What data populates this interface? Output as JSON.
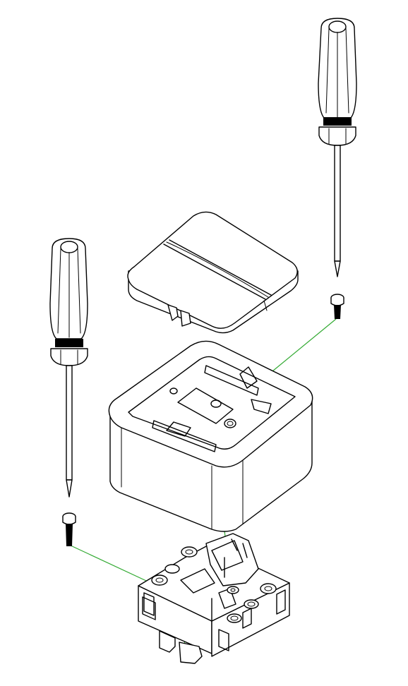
{
  "diagram": {
    "colors": {
      "line": "#000000",
      "background": "#ffffff",
      "assembly_guide": "#33aa33"
    },
    "components": [
      {
        "id": "screwdriver-left",
        "icon": "screwdriver-icon"
      },
      {
        "id": "screwdriver-right",
        "icon": "screwdriver-icon"
      },
      {
        "id": "rocker-key",
        "icon": "switch-key-icon"
      },
      {
        "id": "switch-frame",
        "icon": "switch-frame-icon"
      },
      {
        "id": "mechanism-base",
        "icon": "terminal-block-icon"
      },
      {
        "id": "screw-left",
        "icon": "screw-icon"
      },
      {
        "id": "screw-right",
        "icon": "screw-icon"
      }
    ]
  }
}
